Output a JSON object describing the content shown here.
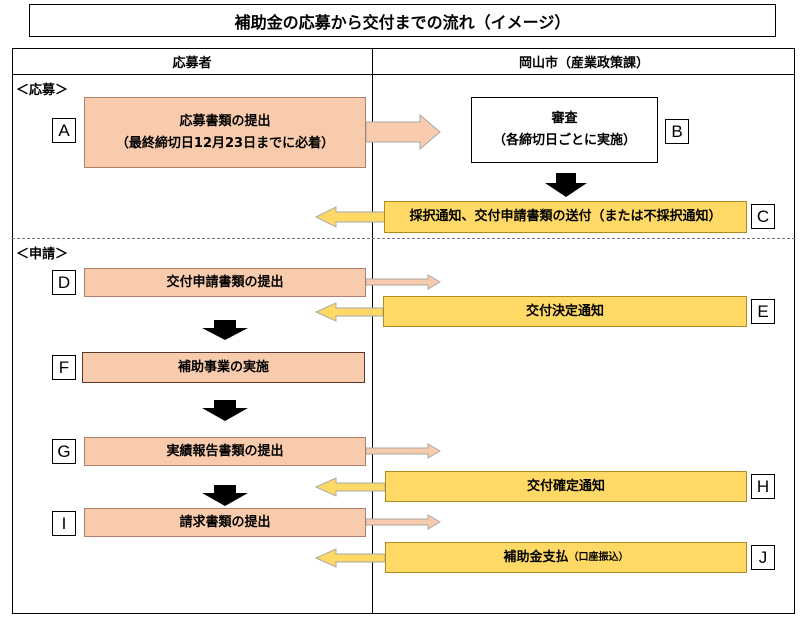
{
  "title": "補助金の応募から交付までの流れ（イメージ）",
  "columns": {
    "applicant": "応募者",
    "city": "岡山市（産業政策課）"
  },
  "sections": {
    "application": "＜応募＞",
    "request": "＜申請＞"
  },
  "steps": {
    "A": {
      "letter": "A",
      "line1": "応募書類の提出",
      "line2": "（最終締切日12月23日までに必着）"
    },
    "B": {
      "letter": "B",
      "line1": "審査",
      "line2": "（各締切日ごとに実施）"
    },
    "C": {
      "letter": "C",
      "text": "採択通知、交付申請書類の送付（または不採択通知）"
    },
    "D": {
      "letter": "D",
      "text": "交付申請書類の提出"
    },
    "E": {
      "letter": "E",
      "text": "交付決定通知"
    },
    "F": {
      "letter": "F",
      "text": "補助事業の実施"
    },
    "G": {
      "letter": "G",
      "text": "実績報告書類の提出"
    },
    "H": {
      "letter": "H",
      "text": "交付確定通知"
    },
    "I": {
      "letter": "I",
      "text": "請求書類の提出"
    },
    "J": {
      "letter": "J",
      "text": "補助金支払",
      "note": "（口座振込）"
    }
  },
  "colors": {
    "applicant_box": "#f8cbad",
    "city_box": "#ffd966",
    "arrow_outline": "#a8a8a8"
  }
}
